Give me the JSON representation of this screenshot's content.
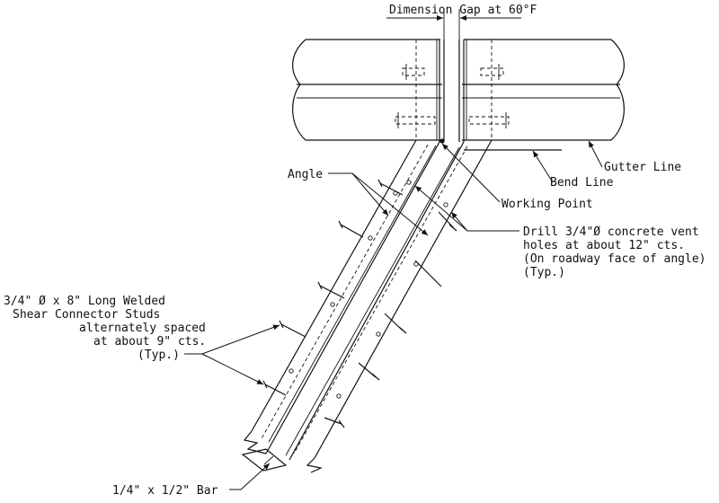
{
  "labels": {
    "dimension_gap": "Dimension Gap at 60°F",
    "gutter_line": "Gutter Line",
    "bend_line": "Bend Line",
    "angle": "Angle",
    "working_point": "Working Point",
    "drill_note": [
      "Drill 3/4\"Ø concrete vent",
      "holes at about 12\" cts.",
      "(On roadway face of angle)",
      "(Typ.)"
    ],
    "stud_note": [
      "3/4\" Ø x 8\" Long Welded",
      "Shear Connector Studs",
      "alternately spaced",
      "at about 9\" cts.",
      "(Typ.)"
    ],
    "bar_note": "1/4\" x 1/2\" Bar"
  },
  "colors": {
    "ink": "#111111",
    "background": "#ffffff"
  }
}
